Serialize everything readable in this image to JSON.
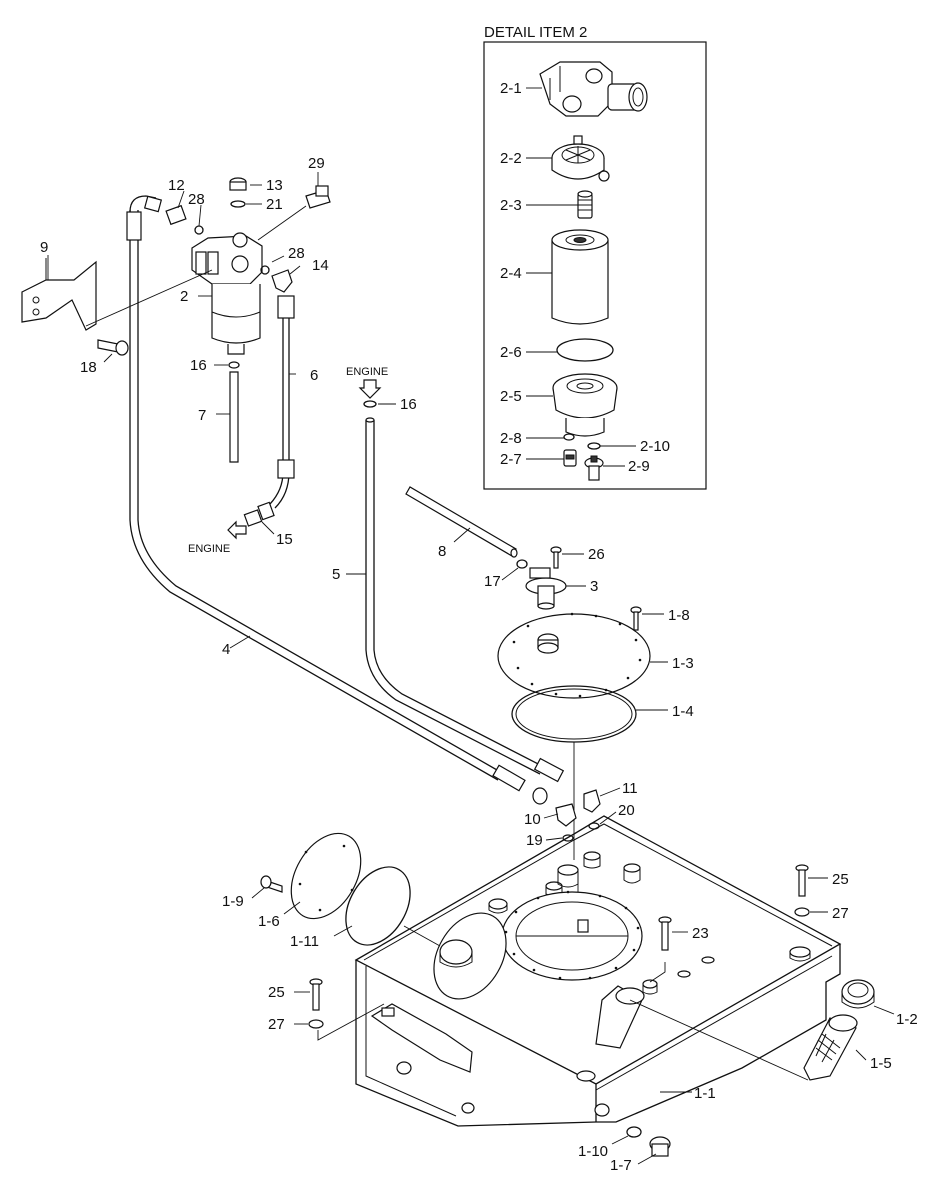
{
  "detail_title": "DETAIL ITEM 2",
  "callouts": {
    "d2_1": "2-1",
    "d2_2": "2-2",
    "d2_3": "2-3",
    "d2_4": "2-4",
    "d2_6": "2-6",
    "d2_5": "2-5",
    "d2_8": "2-8",
    "d2_10": "2-10",
    "d2_7": "2-7",
    "d2_9": "2-9",
    "p29": "29",
    "p12": "12",
    "p28a": "28",
    "p13": "13",
    "p21": "21",
    "p9": "9",
    "p28b": "28",
    "p14": "14",
    "p2": "2",
    "p18": "18",
    "p16a": "16",
    "p6": "6",
    "p7": "7",
    "p15": "15",
    "p16b": "16",
    "p5": "5",
    "p8": "8",
    "p26": "26",
    "p17": "17",
    "p3": "3",
    "p1_8": "1-8",
    "p4": "4",
    "p1_3": "1-3",
    "p1_4": "1-4",
    "p11": "11",
    "p10": "10",
    "p20": "20",
    "p19": "19",
    "p25a": "25",
    "p27a": "27",
    "p1_9": "1-9",
    "p1_6": "1-6",
    "p1_11": "1-11",
    "p23": "23",
    "p25b": "25",
    "p27b": "27",
    "p1_2": "1-2",
    "p1_5": "1-5",
    "p1_1": "1-1",
    "p1_10": "1-10",
    "p1_7": "1-7"
  },
  "engine_labels": {
    "to_engine": "ENGINE",
    "from_engine": "ENGINE"
  }
}
